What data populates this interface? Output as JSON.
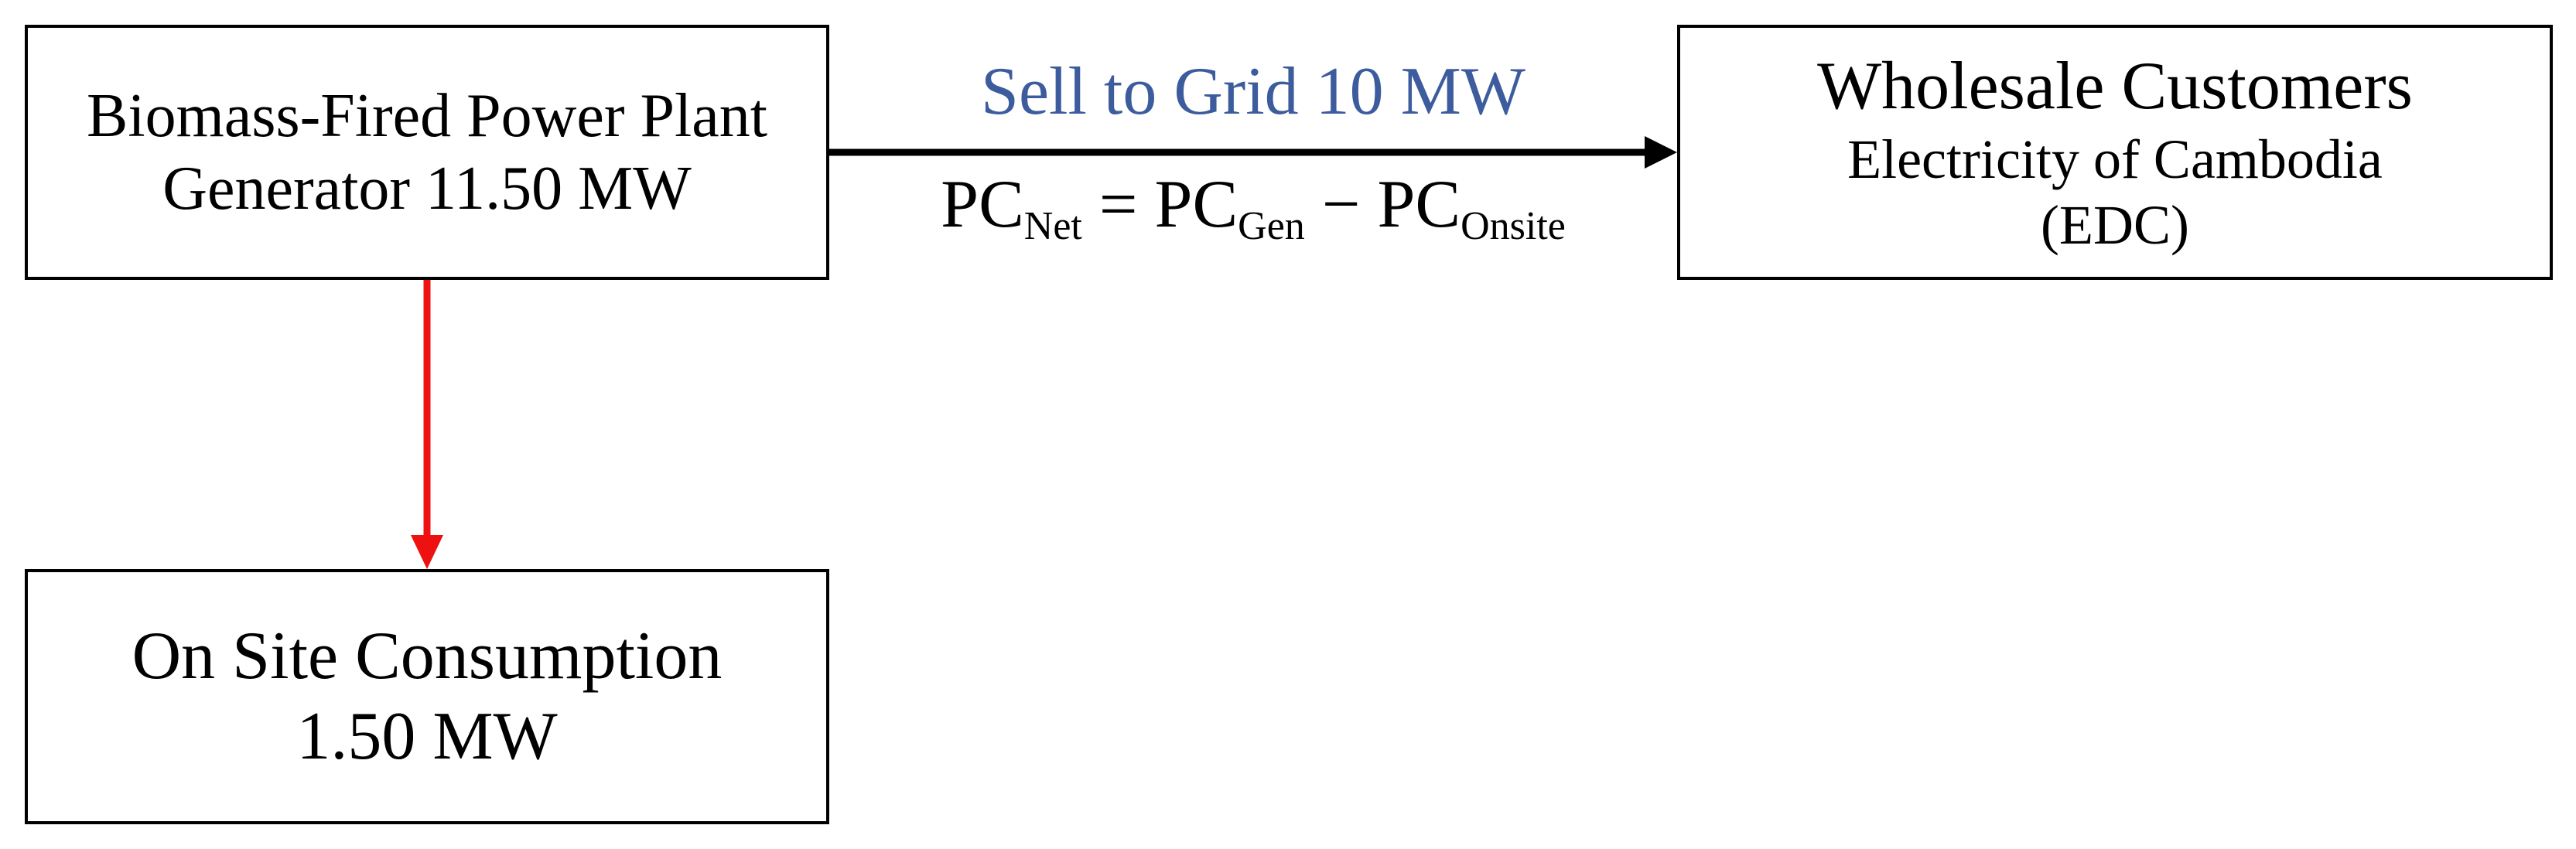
{
  "nodes": {
    "plant": {
      "line1": "Biomass-Fired Power Plant",
      "line2": "Generator 11.50 MW"
    },
    "customer": {
      "line1": "Wholesale Customers",
      "line2": "Electricity of Cambodia",
      "line3": "(EDC)"
    },
    "onsite": {
      "line1": "On Site Consumption",
      "line2": "1.50 MW"
    }
  },
  "edges": {
    "grid": {
      "label": "Sell to Grid 10 MW",
      "color": "#000000",
      "label_color": "#3d5c9e"
    },
    "onsite": {
      "color": "#ee1111"
    }
  },
  "formula": {
    "lhs": "PC",
    "lhs_sub": "Net",
    "equals": " = ",
    "term1": "PC",
    "term1_sub": "Gen",
    "minus": " − ",
    "term2": "PC",
    "term2_sub": "Onsite"
  }
}
